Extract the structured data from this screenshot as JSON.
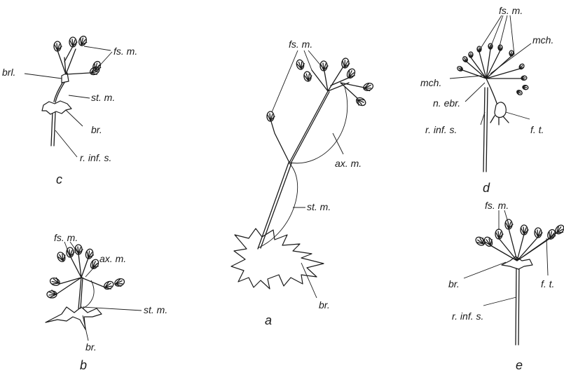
{
  "figure": {
    "panels": {
      "a": {
        "letter": "a",
        "labels": {
          "flowers": "fs. m.",
          "axis": "ax. m.",
          "stem": "st. m.",
          "bract": "br."
        }
      },
      "b": {
        "letter": "b",
        "labels": {
          "flowers": "fs. m.",
          "axis": "ax. m.",
          "stem": "st. m.",
          "bract": "br."
        }
      },
      "c": {
        "letter": "c",
        "labels": {
          "flowers": "fs. m.",
          "bracteole": "brl.",
          "stem": "st. m.",
          "bract": "br.",
          "branch": "r. inf. s."
        }
      },
      "d": {
        "letter": "d",
        "labels": {
          "flowers": "fs. m.",
          "mch_right": "mch.",
          "mch_left": "mch.",
          "node": "n. ebr.",
          "branch": "r. inf. s.",
          "fruit": "f. t."
        }
      },
      "e": {
        "letter": "e",
        "labels": {
          "flowers": "fs. m.",
          "bract": "br.",
          "fruit": "f. t.",
          "branch": "r. inf. s."
        }
      }
    }
  }
}
